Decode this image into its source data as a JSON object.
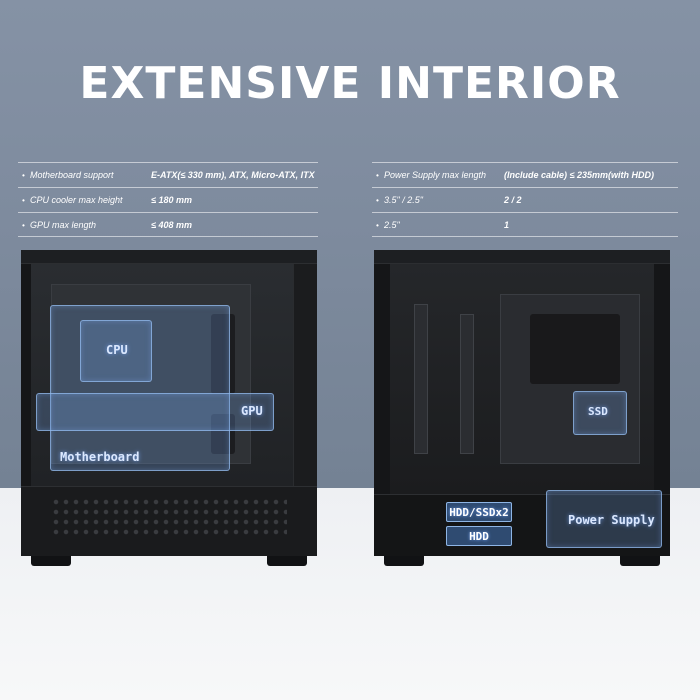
{
  "title": "EXTENSIVE INTERIOR",
  "specs_left": [
    {
      "label": "Motherboard support",
      "value": "E-ATX(≤ 330 mm), ATX, Micro-ATX, ITX"
    },
    {
      "label": "CPU cooler max height",
      "value": "≤ 180 mm"
    },
    {
      "label": "GPU max length",
      "value": "≤ 408 mm"
    }
  ],
  "specs_right": [
    {
      "label": "Power Supply max length",
      "value": "(Include cable) ≤ 235mm(with HDD)"
    },
    {
      "label": "3.5\" / 2.5\"",
      "value": "2 / 2"
    },
    {
      "label": "2.5\"",
      "value": "1"
    }
  ],
  "bullet": "•",
  "labels": {
    "cpu": "CPU",
    "gpu": "GPU",
    "motherboard": "Motherboard",
    "ssd": "SSD",
    "hdd_ssd": "HDD/SSDx2",
    "hdd": "HDD",
    "power_supply": "Power Supply"
  },
  "colors": {
    "header_bg": "#7e8b9e",
    "highlight": "#6e9bd7",
    "case": "#151618"
  }
}
